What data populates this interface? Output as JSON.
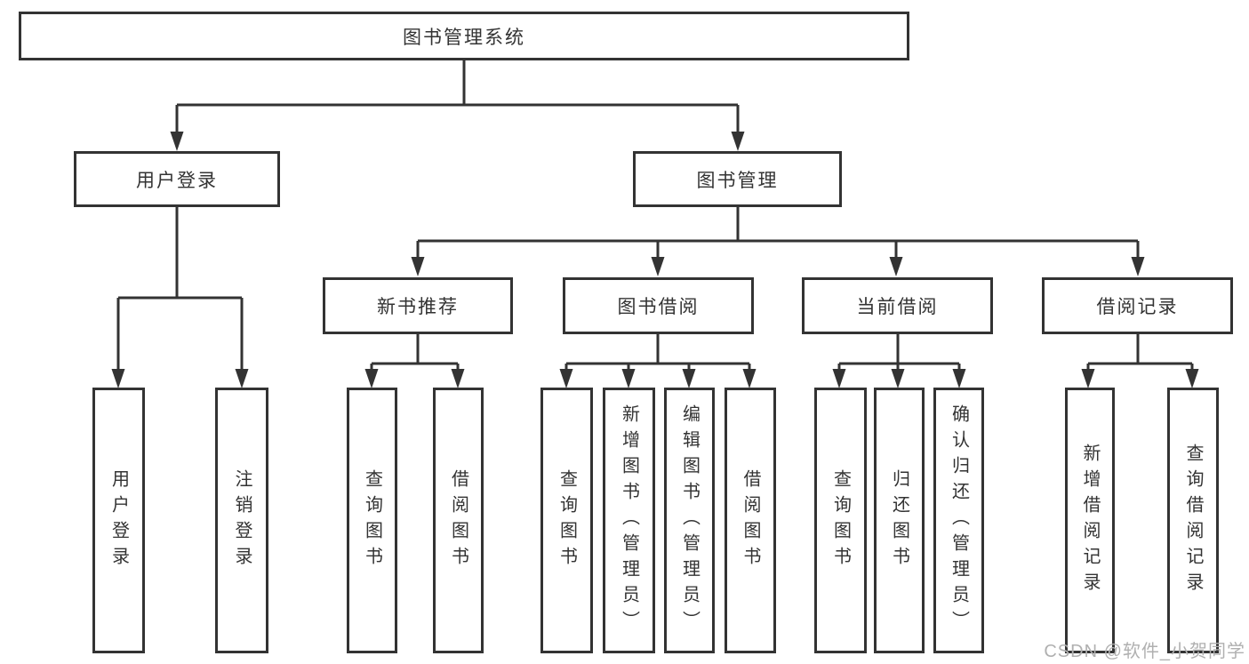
{
  "tree": {
    "label": "图书管理系统",
    "children": [
      {
        "label": "用户登录",
        "children": [
          {
            "label": "用户登录"
          },
          {
            "label": "注销登录"
          }
        ]
      },
      {
        "label": "图书管理",
        "children": [
          {
            "label": "新书推荐",
            "children": [
              {
                "label": "查询图书"
              },
              {
                "label": "借阅图书"
              }
            ]
          },
          {
            "label": "图书借阅",
            "children": [
              {
                "label": "查询图书"
              },
              {
                "label": "新增图书（管理员）"
              },
              {
                "label": "编辑图书（管理员）"
              },
              {
                "label": "借阅图书"
              }
            ]
          },
          {
            "label": "当前借阅",
            "children": [
              {
                "label": "查询图书"
              },
              {
                "label": "归还图书"
              },
              {
                "label": "确认归还（管理员）"
              }
            ]
          },
          {
            "label": "借阅记录",
            "children": [
              {
                "label": "新增借阅记录"
              },
              {
                "label": "查询借阅记录"
              }
            ]
          }
        ]
      }
    ]
  },
  "watermark": {
    "text": "CSDN @软件_小贺同学"
  },
  "colors": {
    "line": "#333333",
    "box_border": "#333333",
    "box_background": "#ffffff",
    "text": "#333333",
    "watermark_text": "#b0b0b0"
  }
}
